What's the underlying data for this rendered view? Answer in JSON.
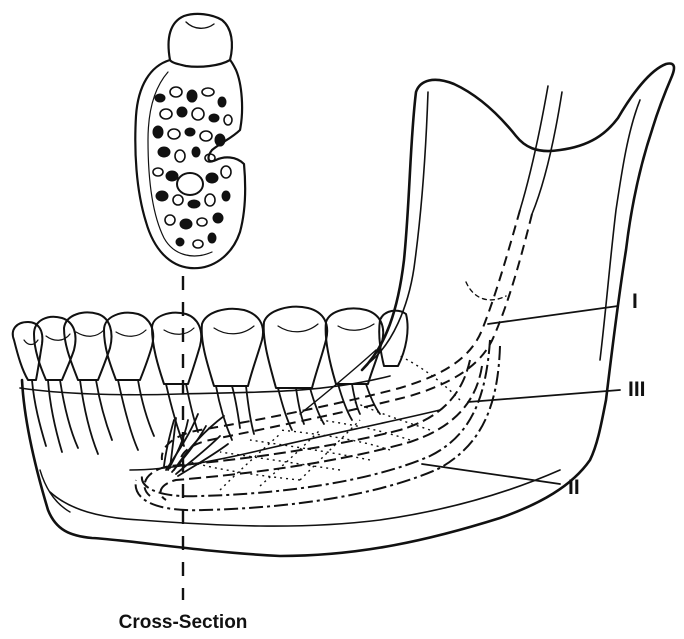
{
  "labels": {
    "I": "I",
    "II": "II",
    "III": "III"
  },
  "caption": "Cross-Section",
  "colors": {
    "ink": "#111111",
    "background": "#ffffff"
  }
}
